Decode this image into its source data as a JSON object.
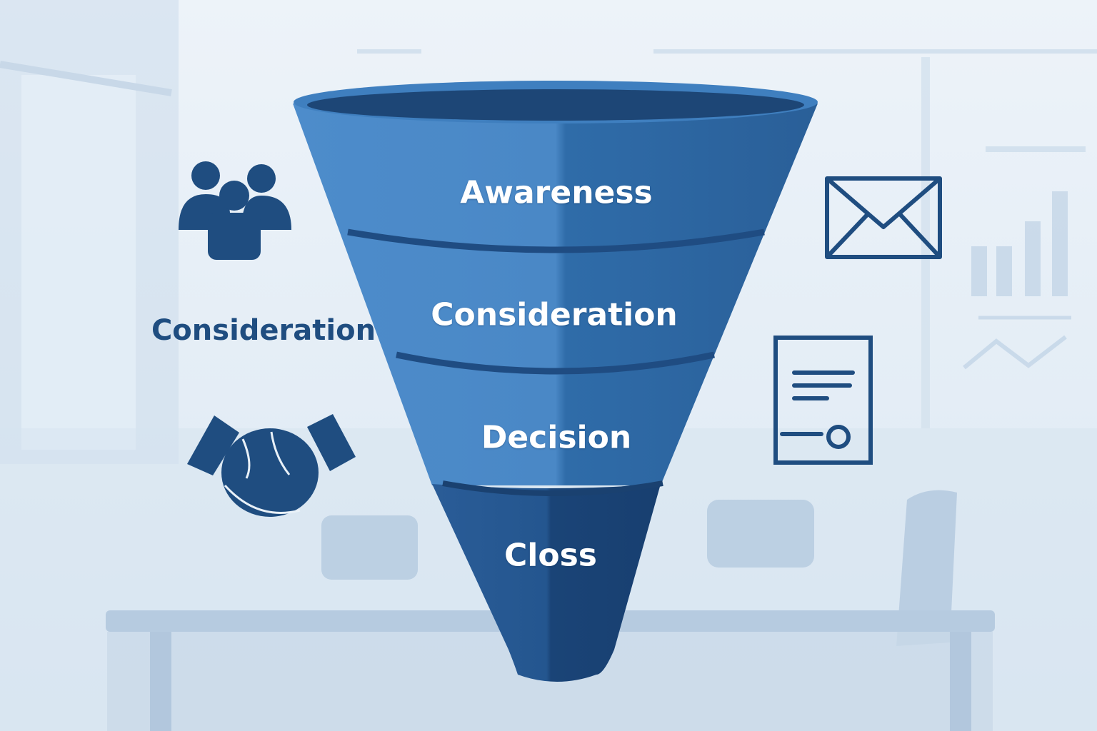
{
  "funnel": {
    "stages": [
      {
        "label": "Awareness"
      },
      {
        "label": "Consideration"
      },
      {
        "label": "Decision"
      },
      {
        "label": "Closs"
      }
    ]
  },
  "side_label": "Consideration",
  "icons": {
    "left": [
      "people-group-icon",
      "handshake-icon"
    ],
    "right": [
      "envelope-icon",
      "contract-document-icon"
    ]
  },
  "colors": {
    "funnel_light": "#4d8ccb",
    "funnel_mid": "#2b67a3",
    "funnel_dark": "#1c4a80",
    "bottom_stage": "#1a4477",
    "icon": "#1f4d80",
    "background": "#e9f1f8"
  }
}
